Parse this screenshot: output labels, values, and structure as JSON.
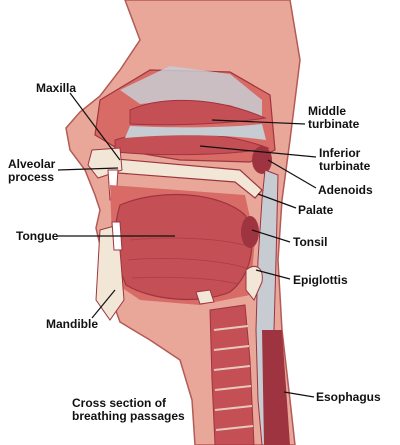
{
  "caption": {
    "line1": "Cross section of",
    "line2": "breathing passages"
  },
  "labels": {
    "maxilla": "Maxilla",
    "alveolar_line1": "Alveolar",
    "alveolar_line2": "process",
    "tongue": "Tongue",
    "mandible": "Mandible",
    "middle_line1": "Middle",
    "middle_line2": "turbinate",
    "inferior_line1": "Inferior",
    "inferior_line2": "turbinate",
    "adenoids": "Adenoids",
    "palate": "Palate",
    "tonsil": "Tonsil",
    "epiglottis": "Epiglottis",
    "esophagus": "Esophagus"
  },
  "colors": {
    "skin": "#e9a79a",
    "tissue": "#d96b66",
    "muscle": "#c44f55",
    "deep": "#9e3440",
    "airway": "#c7ccd3",
    "bone": "#f2e7d6",
    "leader": "#111111"
  }
}
